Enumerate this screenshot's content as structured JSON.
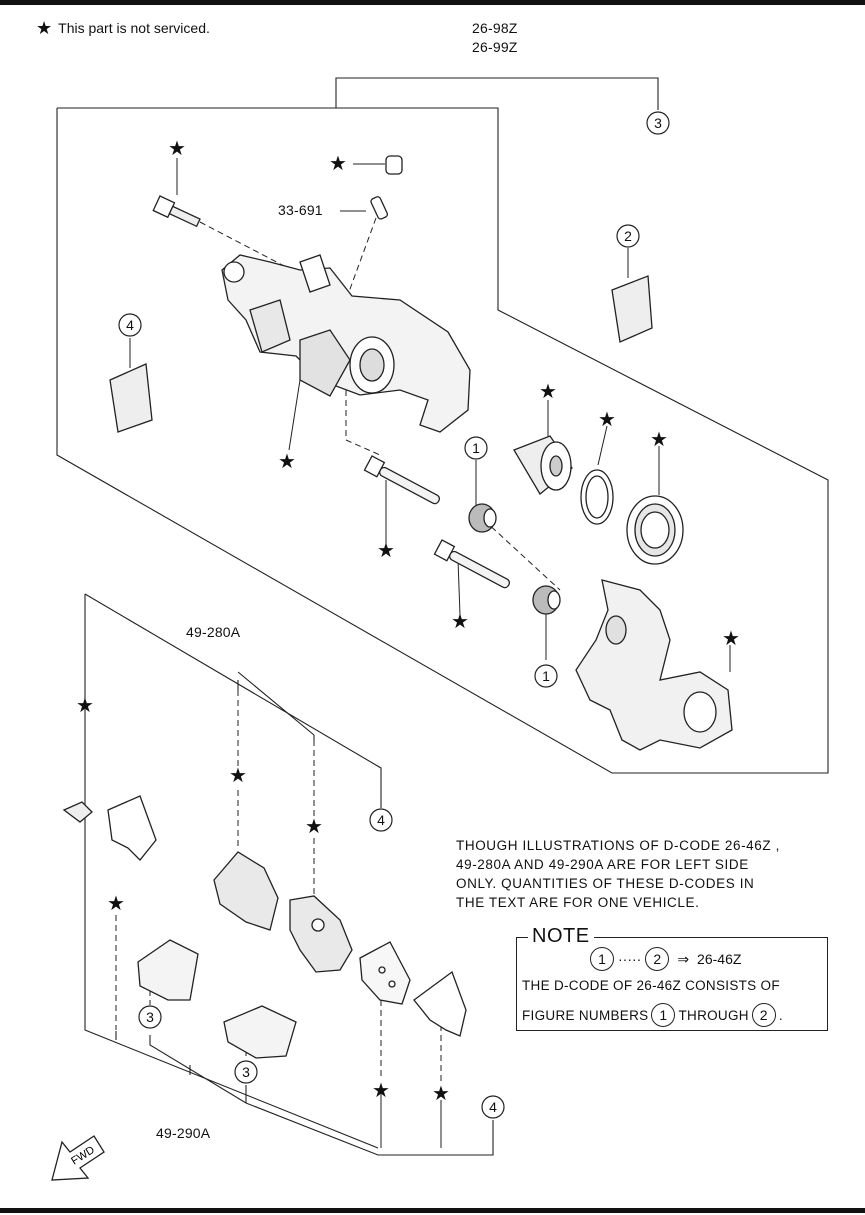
{
  "legend": {
    "text": "This part is not serviced."
  },
  "callouts": {
    "caliper_code_1": "26-98Z",
    "caliper_code_2": "26-99Z",
    "bleeder": "33-691",
    "pad_set": "49-280A",
    "hardware_kit": "49-290A"
  },
  "figure_numbers": {
    "one": "1",
    "two": "2",
    "three": "3",
    "four": "4"
  },
  "note": {
    "paragraph": [
      "THOUGH ILLUSTRATIONS OF D-CODE  26-46Z ,",
      "49-280A  AND  49-290A  ARE FOR LEFT SIDE",
      "ONLY. QUANTITIES OF THESE D-CODES IN",
      "THE TEXT ARE FOR ONE VEHICLE."
    ],
    "title": "NOTE",
    "range_from": "1",
    "range_to": "2",
    "arrow": "⇒",
    "range_code": "26-46Z",
    "consists_line": "THE D-CODE OF  26-46Z  CONSISTS OF",
    "figure_prefix": "FIGURE NUMBERS",
    "through": "THROUGH",
    "end_period": "."
  },
  "fwd_label": "FWD",
  "star_symbol": "★"
}
